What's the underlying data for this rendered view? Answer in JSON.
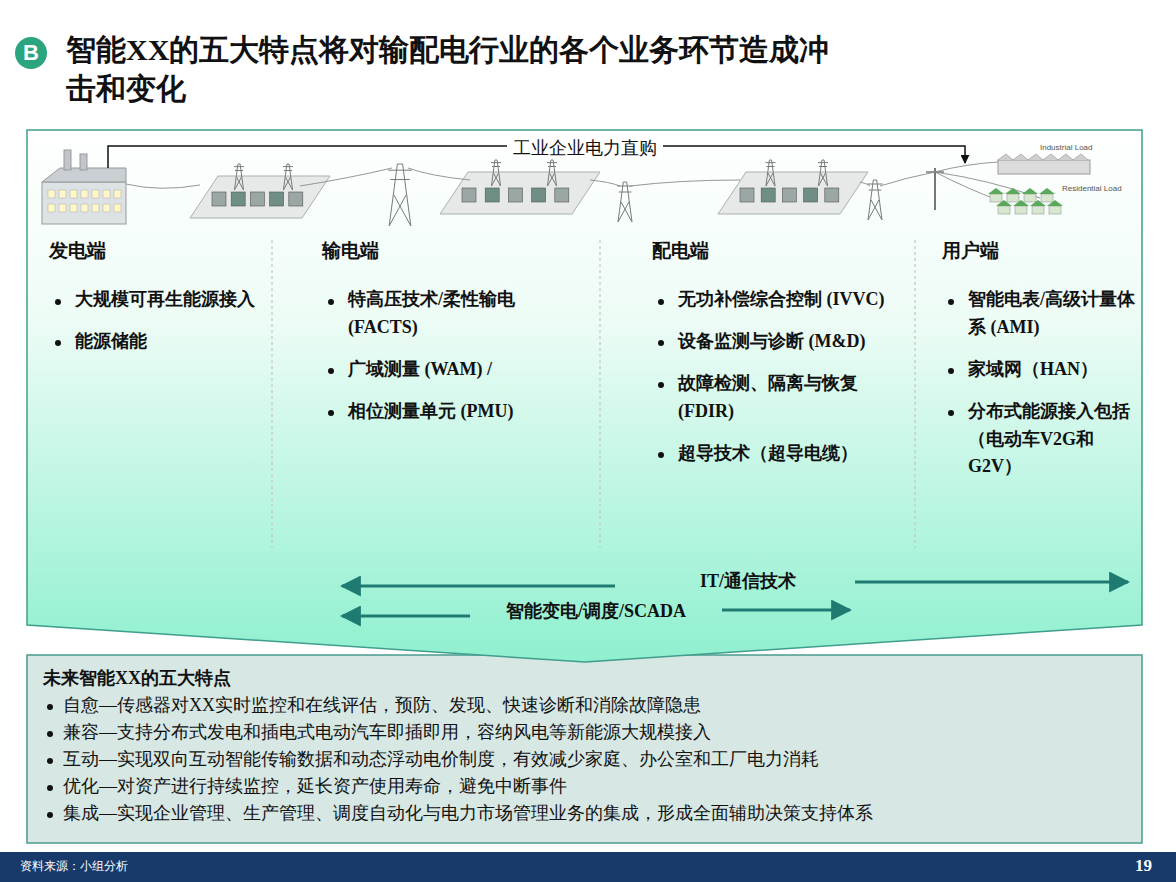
{
  "diagram": {
    "title": "智能XX的五大特点将对输配电行业的各个业务环节造成冲击和变化",
    "nodes": [
      {
        "text": [
          "工业企业电力直购"
        ]
      },
      {
        "text": [
          "发电端",
          "大规模可再生能源接入",
          "能源储能"
        ],
        "in": 0
      },
      {
        "text": [
          "输电端",
          "特高压技术/柔性输电 (FACTS)",
          "广域测量 (WAM) /",
          "相位测量单元 (PMU)"
        ],
        "in": 0
      },
      {
        "text": [
          "配电端",
          "无功补偿综合控制 (IVVC)",
          "设备监测与诊断 (M&D)",
          "故障检测、隔离与恢复 (FDIR)",
          "超导技术（超导电缆）"
        ],
        "in": 0
      },
      {
        "text": [
          "用户端",
          "智能电表/高级计量体系 (AMI)",
          "家域网（HAN）",
          "分布式能源接入包括（电动车V2G和G2V）"
        ],
        "in": 0
      },
      {
        "text": [
          "未来智能XX的五大特点",
          "自愈—传感器对XX实时监控和在线评估，预防、发现、快速诊断和消除故障隐患",
          "兼容—支持分布式发电和插电式电动汽车即插即用，容纳风电等新能源大规模接入",
          "互动—实现双向互动智能传输数据和动态浮动电价制度，有效减少家庭、办公室和工厂电力消耗",
          "优化—对资产进行持续监控，延长资产使用寿命，避免中断事件",
          "集成—实现企业管理、生产管理、调度自动化与电力市场管理业务的集成，形成全面辅助决策支持体系"
        ]
      }
    ],
    "labels": [
      "B",
      "Industrial Load",
      "Residential Load",
      "IT/通信技术",
      "智能变电/调度/SCADA",
      "资料来源：小组分析",
      "19"
    ]
  }
}
